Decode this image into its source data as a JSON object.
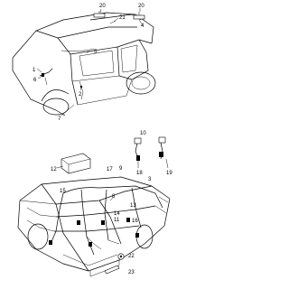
{
  "callouts": {
    "c20_left": "20",
    "c21": "21",
    "c20_right": "20",
    "c4": "4",
    "c5": "5",
    "c1": "1",
    "c6": "6",
    "c2": "2",
    "c7": "7",
    "c10": "10",
    "c18": "18",
    "c19": "19",
    "c12": "12",
    "c17": "17",
    "c9": "9",
    "c3": "3",
    "c8": "8",
    "c15": "15",
    "c13": "13",
    "c14": "14",
    "c11": "11",
    "c16": "16",
    "c22": "22",
    "c23": "23"
  }
}
